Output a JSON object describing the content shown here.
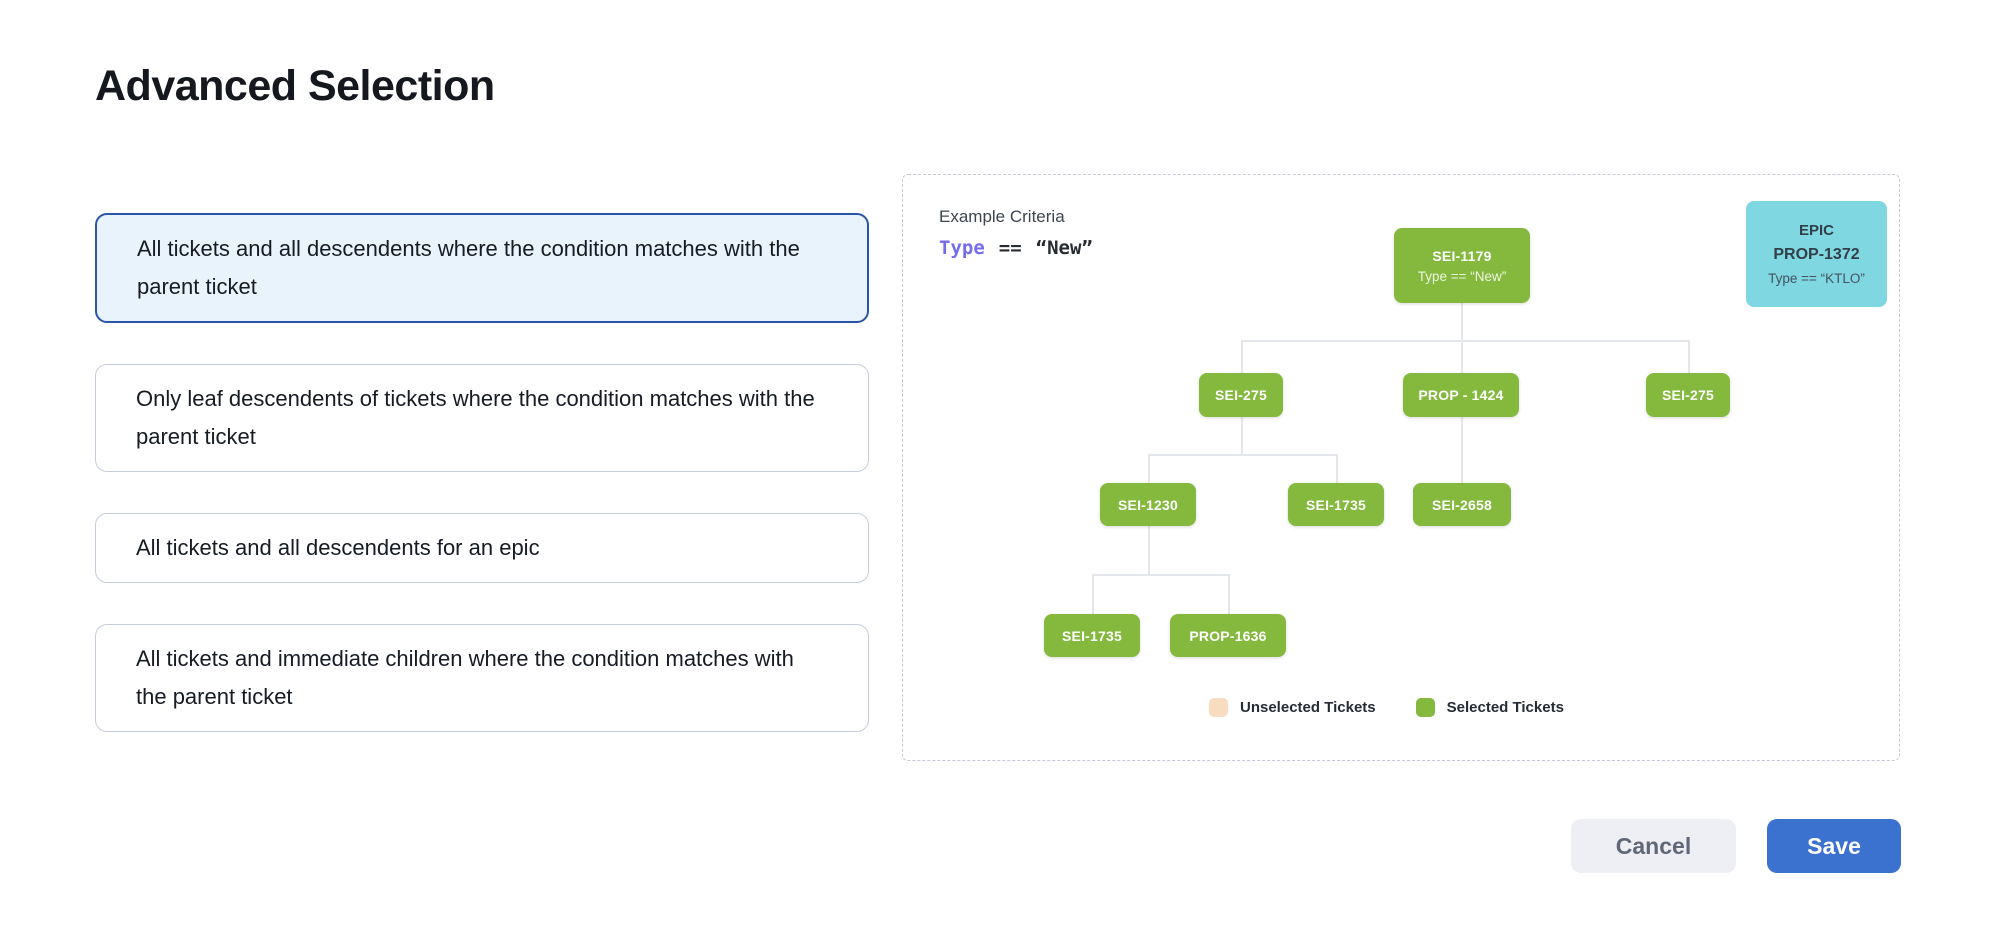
{
  "page": {
    "title": "Advanced Selection"
  },
  "options": [
    {
      "label": "All tickets and all descendents where the condition matches with the parent ticket",
      "selected": true
    },
    {
      "label": "Only leaf descendents of tickets where the condition matches with the parent ticket",
      "selected": false
    },
    {
      "label": "All tickets and all descendents for an epic",
      "selected": false
    },
    {
      "label": "All tickets and immediate children where the condition matches with the parent ticket",
      "selected": false
    }
  ],
  "diagram": {
    "example_criteria_label": "Example Criteria",
    "criteria": {
      "field": "Type",
      "operator": "==",
      "value": "“New”"
    },
    "epic_card": {
      "line1": "EPIC",
      "line2": "PROP-1372",
      "line3": "Type == “KTLO”"
    },
    "nodes": [
      {
        "label": "SEI-1179",
        "sublabel": "Type == “New”"
      },
      {
        "label": "SEI-275"
      },
      {
        "label": "PROP - 1424"
      },
      {
        "label": "SEI-275"
      },
      {
        "label": "SEI-1230"
      },
      {
        "label": "SEI-1735"
      },
      {
        "label": "SEI-2658"
      },
      {
        "label": "SEI-1735"
      },
      {
        "label": "PROP-1636"
      }
    ],
    "tree": {
      "SEI-1179": {
        "SEI-275 (left)": {
          "SEI-1230": [
            "SEI-1735",
            "PROP-1636"
          ],
          "SEI-1735": []
        },
        "PROP - 1424": {
          "SEI-2658": []
        },
        "SEI-275 (right)": {}
      }
    },
    "legend": [
      {
        "label": "Unselected Tickets",
        "color": "#f8dcc0"
      },
      {
        "label": "Selected Tickets",
        "color": "#84b93e"
      }
    ],
    "colors": {
      "selected_node": "#84b93e",
      "epic_node": "#7fd7e2",
      "connector": "#e3e6ea",
      "criteria_field": "#756cee"
    }
  },
  "footer": {
    "cancel_label": "Cancel",
    "save_label": "Save",
    "colors": {
      "save_bg": "#3b72cf",
      "cancel_bg": "#edeff4",
      "selected_card_border": "#2b55a4",
      "selected_card_bg": "#e9f3fb"
    }
  }
}
